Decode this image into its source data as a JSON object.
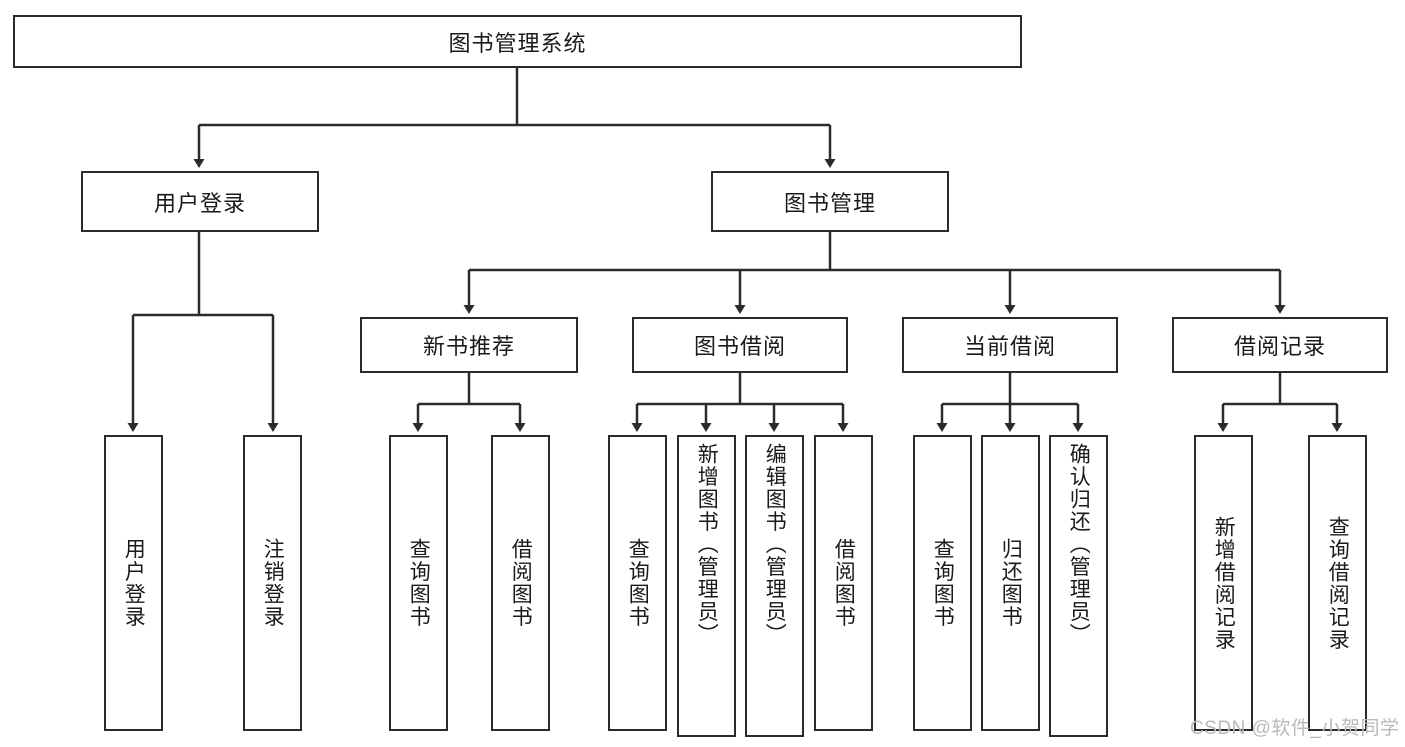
{
  "diagram": {
    "title_node": {
      "label": "图书管理系统"
    },
    "level1": [
      {
        "id": "user-login",
        "label": "用户登录"
      },
      {
        "id": "book-management",
        "label": "图书管理"
      }
    ],
    "level2": [
      {
        "id": "new-book-recommend",
        "label": "新书推荐"
      },
      {
        "id": "book-borrow",
        "label": "图书借阅"
      },
      {
        "id": "current-borrow",
        "label": "当前借阅"
      },
      {
        "id": "borrow-record",
        "label": "借阅记录"
      }
    ],
    "leaves": {
      "user_login": [
        {
          "id": "leaf-user-login",
          "label": "用户登录"
        },
        {
          "id": "leaf-logout-login",
          "label": "注销登录"
        }
      ],
      "new_book_recommend": [
        {
          "id": "leaf-query-book-1",
          "label": "查询图书"
        },
        {
          "id": "leaf-borrow-book-1",
          "label": "借阅图书"
        }
      ],
      "book_borrow": [
        {
          "id": "leaf-query-book-2",
          "label": "查询图书"
        },
        {
          "id": "leaf-add-book-admin",
          "label": "新增图书（管理员）"
        },
        {
          "id": "leaf-edit-book-admin",
          "label": "编辑图书（管理员）"
        },
        {
          "id": "leaf-borrow-book-2",
          "label": "借阅图书"
        }
      ],
      "current_borrow": [
        {
          "id": "leaf-query-book-3",
          "label": "查询图书"
        },
        {
          "id": "leaf-return-book",
          "label": "归还图书"
        },
        {
          "id": "leaf-confirm-return-admin",
          "label": "确认归还（管理员）"
        }
      ],
      "borrow_record": [
        {
          "id": "leaf-add-borrow-record",
          "label": "新增借阅记录"
        },
        {
          "id": "leaf-query-borrow-record",
          "label": "查询借阅记录"
        }
      ]
    }
  },
  "watermark": {
    "text": "CSDN @软件_小贺同学"
  },
  "colors": {
    "stroke": "#2b2b2b",
    "fill": "#ffffff",
    "text": "#1a1a1a",
    "watermark": "#b9b9b9"
  }
}
